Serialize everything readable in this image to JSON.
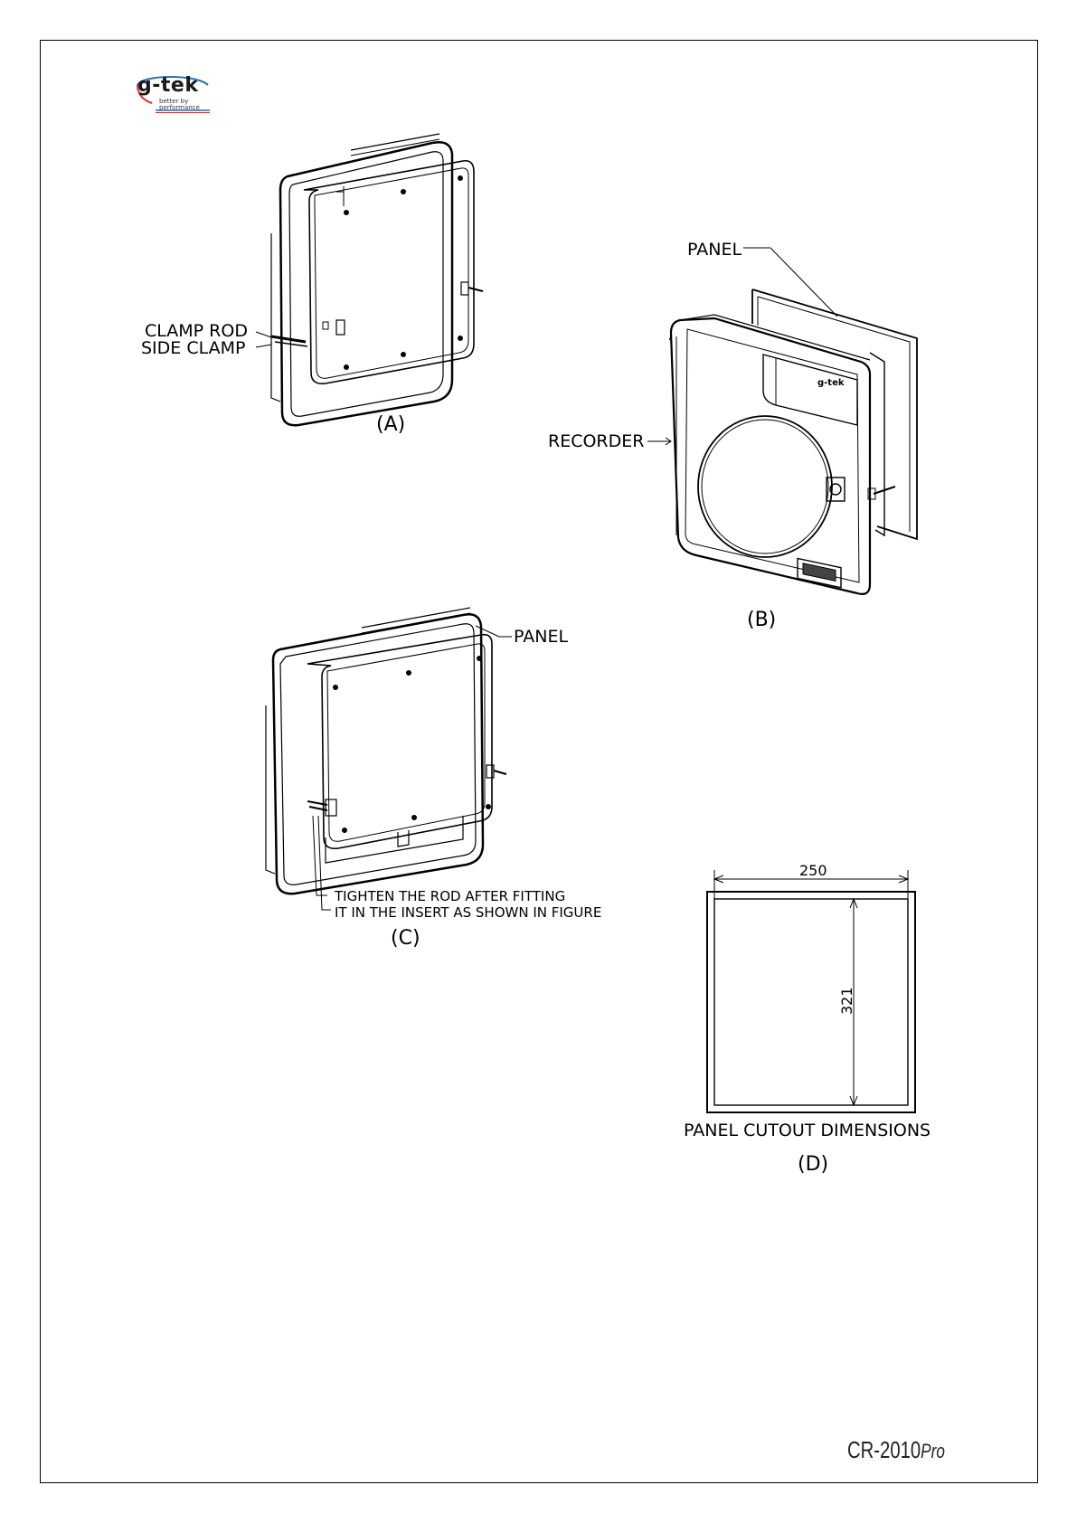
{
  "logo": {
    "brand": "g-tek",
    "tagline_line1": "better by",
    "tagline_line2": "performance",
    "accent_red": "#d9342b",
    "accent_blue": "#2a6fb5"
  },
  "figure_a": {
    "label_clamp_rod": "CLAMP ROD",
    "label_side_clamp": "SIDE CLAMP",
    "caption": "(A)"
  },
  "figure_b": {
    "label_panel": "PANEL",
    "label_recorder": "RECORDER",
    "caption": "(B)"
  },
  "figure_c": {
    "label_panel": "PANEL",
    "note_line1": "TIGHTEN THE ROD AFTER FITTING",
    "note_line2": "IT IN THE INSERT AS SHOWN IN FIGURE",
    "caption": "(C)"
  },
  "figure_d": {
    "width_value": "250",
    "height_value": "321",
    "title": "PANEL CUTOUT DIMENSIONS",
    "caption": "(D)"
  },
  "footer": {
    "model": "CR-2010",
    "suffix": "Pro"
  }
}
